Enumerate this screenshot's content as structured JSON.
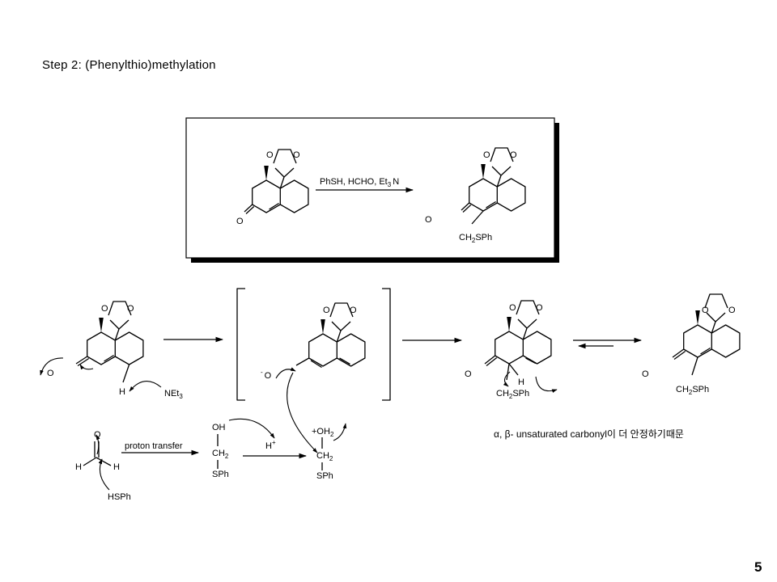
{
  "slide": {
    "title": "Step 2: (Phenylthio)methylation",
    "page_number": "5"
  },
  "labels": {
    "O": "O",
    "H": "H",
    "CH": "CH",
    "SPh": "SPh",
    "two": "2",
    "NEt": "NEt",
    "three": "3",
    "OH": "OH",
    "HSPh": "HSPh",
    "plusOH": "+OH",
    "Hplus": "H",
    "plus": "+",
    "minus": "-"
  },
  "conditions": {
    "reagents_a": "PhSH, HCHO, Et",
    "reagents_sub": "3",
    "reagents_b": "N",
    "proton_transfer": "proton transfer"
  },
  "note": "α, β- unsaturated carbonyl이 더 안정하기때문"
}
